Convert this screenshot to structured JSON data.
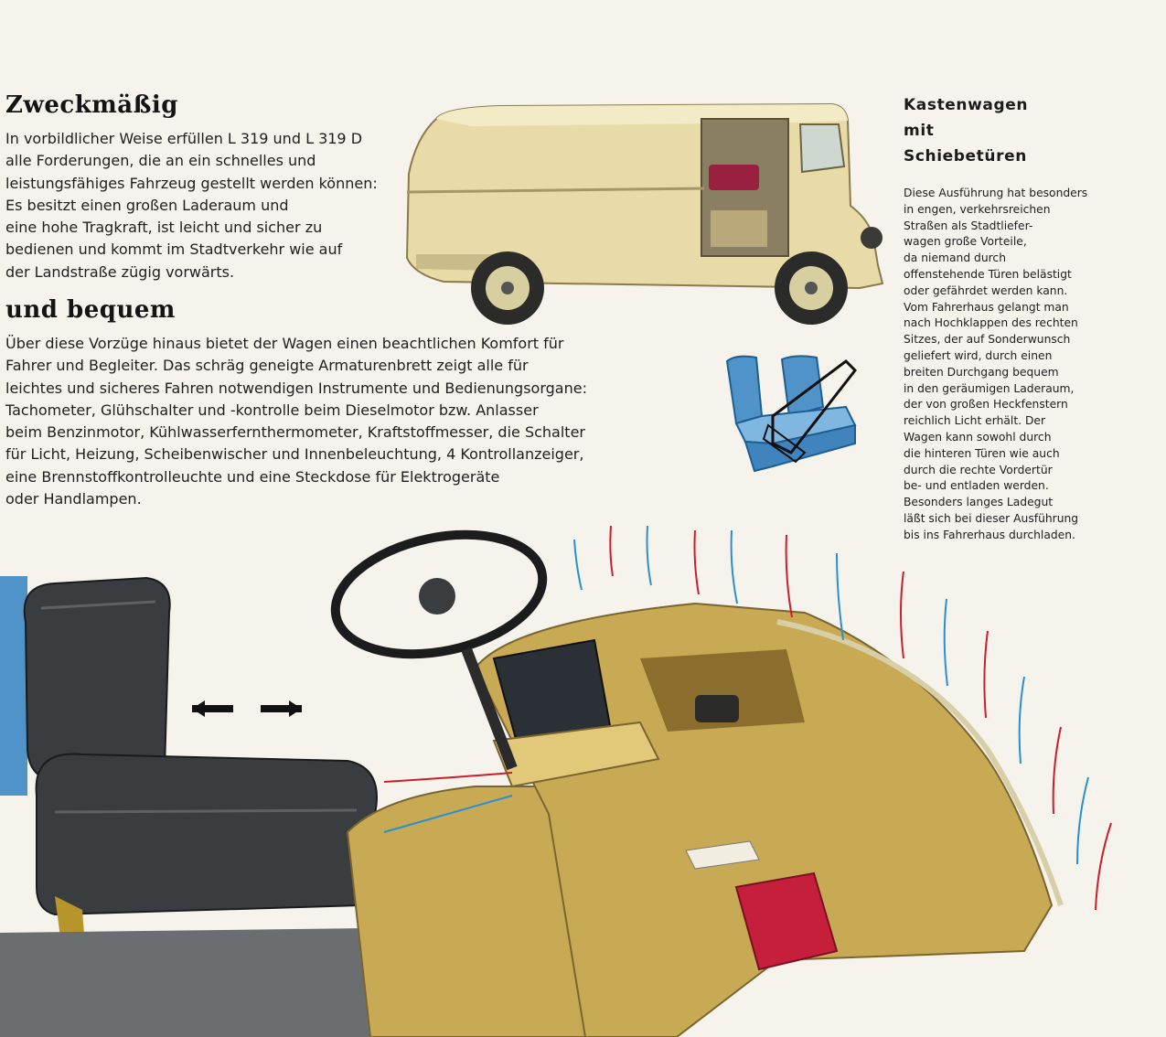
{
  "left_column": {
    "heading1": "Zweckmäßig",
    "paragraph1": [
      "In vorbildlicher Weise erfüllen L 319 und L 319 D",
      "alle Forderungen, die an ein schnelles und",
      "leistungsfähiges Fahrzeug gestellt werden können:",
      "Es besitzt einen großen Laderaum und",
      "eine hohe Tragkraft, ist leicht und sicher zu",
      "bedienen und kommt im Stadtverkehr wie auf",
      "der Landstraße zügig vorwärts."
    ],
    "heading2": "und bequem",
    "paragraph2": [
      "Über diese Vorzüge hinaus bietet der Wagen einen beachtlichen Komfort für",
      "Fahrer und Begleiter. Das schräg geneigte Armaturenbrett zeigt alle für",
      "leichtes und sicheres Fahren notwendigen Instrumente und Bedienungsorgane:",
      "Tachometer, Glühschalter und -kontrolle beim Dieselmotor bzw. Anlasser",
      "beim Benzinmotor, Kühlwasserfernthermometer, Kraftstoffmesser, die Schalter",
      "für Licht, Heizung, Scheibenwischer und Innenbeleuchtung, 4 Kontrollanzeiger,",
      "eine Brennstoffkontrolleuchte und eine Steckdose für Elektrogeräte",
      "oder Handlampen."
    ]
  },
  "right_column": {
    "title": [
      "Kastenwagen",
      "mit",
      "Schiebetüren"
    ],
    "paragraph": [
      "Diese Ausführung hat besonders",
      "in engen, verkehrsreichen",
      "Straßen als Stadtliefer-",
      "wagen große Vorteile,",
      "da niemand durch",
      "offenstehende Türen belästigt",
      "oder gefährdet werden kann.",
      "Vom Fahrerhaus gelangt man",
      "nach Hochklappen des rechten",
      "Sitzes, der auf Sonderwunsch",
      "geliefert wird, durch einen",
      "breiten Durchgang bequem",
      "in den geräumigen Laderaum,",
      "der von großen Heckfenstern",
      "reichlich Licht erhält. Der",
      "Wagen kann sowohl durch",
      "die hinteren Türen wie auch",
      "durch die rechte Vordertür",
      "be- und entladen werden.",
      "Besonders langes Ladegut",
      "läßt sich bei dieser Ausführung",
      "bis ins Fahrerhaus durchladen."
    ]
  },
  "illustrations": {
    "van": "cream-colored panel van with sliding door",
    "seat": "blue fold-up passenger seat",
    "cab": "driver seat, steering wheel and slanted dashboard with ventilation arrows",
    "colors": {
      "van_body": "#e8dba8",
      "seat_blue": "#4f93c8",
      "dashboard": "#c8aa55",
      "driver_seat": "#3a3d3f",
      "arrow_blue": "#2a8fd0",
      "arrow_red": "#c8202a"
    }
  }
}
